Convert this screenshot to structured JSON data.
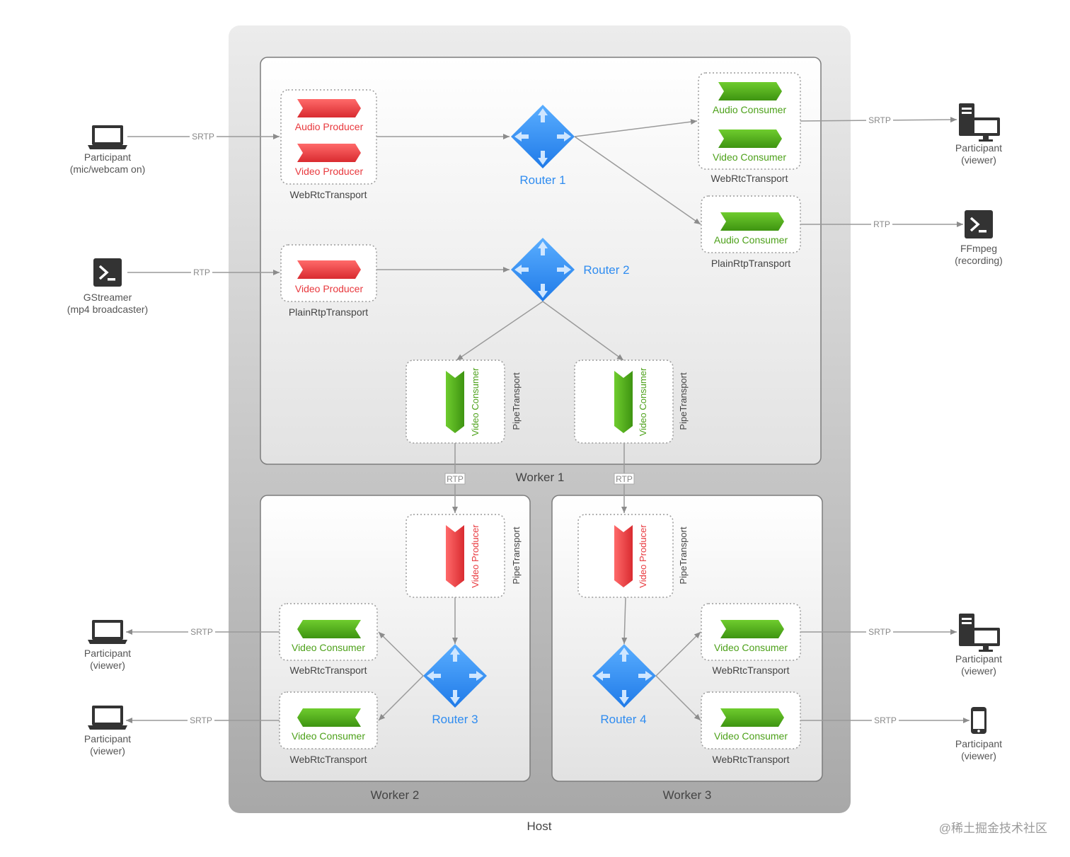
{
  "colors": {
    "host_fill_top": "#ececec",
    "host_fill_bottom": "#a9a9a9",
    "worker_fill_top": "#ffffff",
    "worker_fill_bottom": "#e3e3e3",
    "producer_red": "#e8383d",
    "consumer_green": "#4da11a",
    "router_blue": "#2f8cf0",
    "arrow_gray": "#9a9a9a",
    "text_gray": "#555555"
  },
  "labels": {
    "host": "Host",
    "worker1": "Worker 1",
    "worker2": "Worker 2",
    "worker3": "Worker 3",
    "router1": "Router 1",
    "router2": "Router 2",
    "router3": "Router 3",
    "router4": "Router 4",
    "audio_producer": "Audio Producer",
    "video_producer": "Video Producer",
    "audio_consumer": "Audio Consumer",
    "video_consumer": "Video Consumer",
    "webrtc_transport": "WebRtcTransport",
    "plainrtp_transport": "PlainRtpTransport",
    "pipe_transport": "PipeTransport",
    "srtp": "SRTP",
    "rtp": "RTP",
    "watermark": "@稀土掘金技术社区"
  },
  "clients": {
    "participant_mic": {
      "line1": "Participant",
      "line2": "(mic/webcam on)",
      "icon": "laptop-icon"
    },
    "gstreamer": {
      "line1": "GStreamer",
      "line2": "(mp4 broadcaster)",
      "icon": "terminal-icon"
    },
    "participant_viewer_top_right": {
      "line1": "Participant",
      "line2": "(viewer)",
      "icon": "desktop-icon"
    },
    "ffmpeg": {
      "line1": "FFmpeg",
      "line2": "(recording)",
      "icon": "terminal-icon"
    },
    "participant_viewer_left_1": {
      "line1": "Participant",
      "line2": "(viewer)",
      "icon": "laptop-icon"
    },
    "participant_viewer_left_2": {
      "line1": "Participant",
      "line2": "(viewer)",
      "icon": "laptop-icon"
    },
    "participant_viewer_right_1": {
      "line1": "Participant",
      "line2": "(viewer)",
      "icon": "desktop-icon"
    },
    "participant_viewer_right_2": {
      "line1": "Participant",
      "line2": "(viewer)",
      "icon": "phone-icon"
    }
  }
}
